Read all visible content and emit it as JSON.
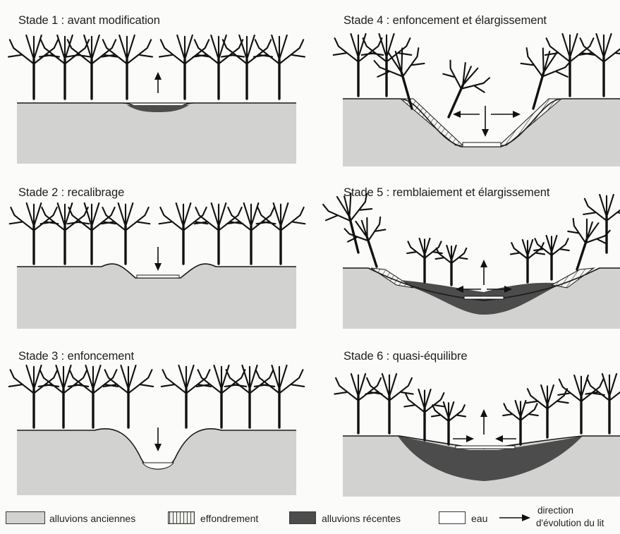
{
  "stages": [
    {
      "title": "Stade 1 : avant modification"
    },
    {
      "title": "Stade 2 : recalibrage"
    },
    {
      "title": "Stade 3 : enfoncement"
    },
    {
      "title": "Stade 4 : enfoncement et élargissement"
    },
    {
      "title": "Stade 5 : remblaiement et élargissement"
    },
    {
      "title": "Stade 6 : quasi-équilibre"
    }
  ],
  "legend": {
    "old_alluvium": "alluvions anciennes",
    "collapse": "effondrement",
    "recent_alluvium": "alluvions récentes",
    "water": "eau",
    "direction_line1": "direction",
    "direction_line2": "d'évolution du lit"
  },
  "colors": {
    "old_alluvium": "#d2d2d0",
    "recent_alluvium": "#4c4c4c",
    "water": "#ffffff",
    "outline": "#1a1a1a"
  }
}
